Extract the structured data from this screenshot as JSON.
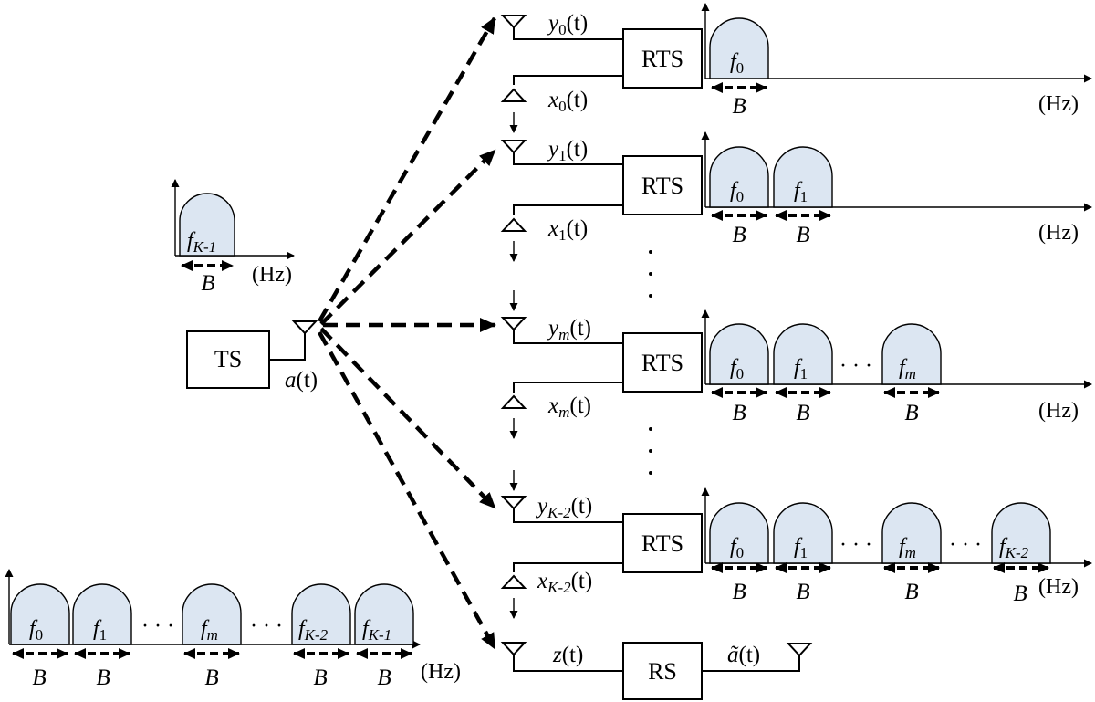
{
  "blocks": {
    "transmit_station": "TS",
    "relay": "RTS",
    "receive_station": "RS"
  },
  "units": {
    "frequency": "(Hz)"
  },
  "bandwidth": "B",
  "signals": {
    "a": {
      "base": "a",
      "arg": "(t)"
    },
    "a_tilde": {
      "base": "ã",
      "arg": "(t)"
    },
    "z": {
      "base": "z",
      "arg": "(t)"
    },
    "y0": {
      "base": "y",
      "sub": "0",
      "arg": "(t)"
    },
    "x0": {
      "base": "x",
      "sub": "0",
      "arg": "(t)"
    },
    "y1": {
      "base": "y",
      "sub": "1",
      "arg": "(t)"
    },
    "x1": {
      "base": "x",
      "sub": "1",
      "arg": "(t)"
    },
    "ym": {
      "base": "y",
      "sub": "m",
      "arg": "(t)"
    },
    "xm": {
      "base": "x",
      "sub": "m",
      "arg": "(t)"
    },
    "yK2": {
      "base": "y",
      "sub": "K-2",
      "arg": "(t)"
    },
    "xK2": {
      "base": "x",
      "sub": "K-2",
      "arg": "(t)"
    }
  },
  "freqs": {
    "f0": {
      "base": "f",
      "sub": "0"
    },
    "f1": {
      "base": "f",
      "sub": "1"
    },
    "fm": {
      "base": "f",
      "sub": "m"
    },
    "fK2": {
      "base": "f",
      "sub": "K-2"
    },
    "fK1": {
      "base": "f",
      "sub": "K-1"
    }
  },
  "ellipsis": "· · ·",
  "vdots": "⋮"
}
